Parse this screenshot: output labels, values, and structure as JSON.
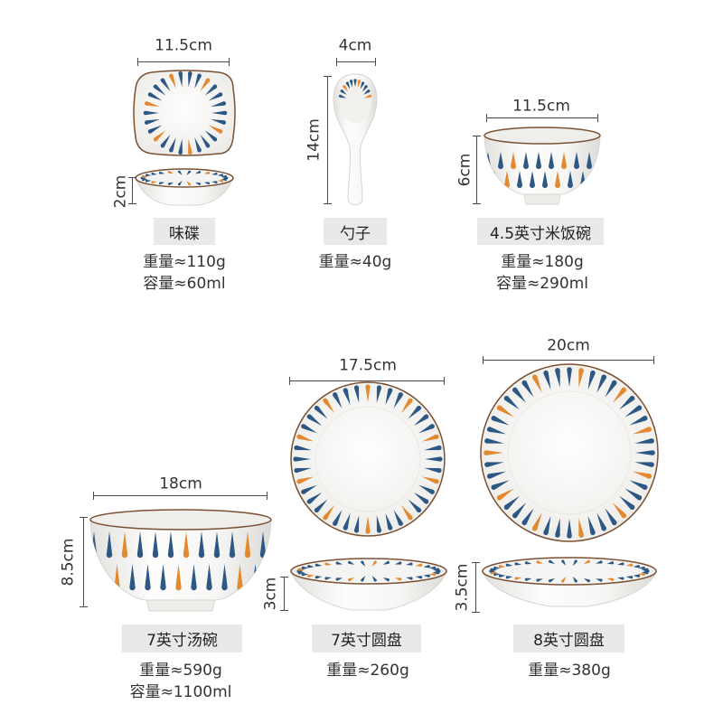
{
  "colors": {
    "pattern_blue": "#2d5785",
    "pattern_orange": "#e3892f",
    "rim": "#7b5134",
    "label_bg": "#e9e9e9",
    "text": "#333333",
    "dim_line": "#4a4a4a"
  },
  "items": {
    "sauce_dish": {
      "name": "味碟",
      "width": "11.5cm",
      "height": "2cm",
      "weight": "重量≈110g",
      "capacity": "容量≈60ml"
    },
    "spoon": {
      "name": "勺子",
      "width": "4cm",
      "height": "14cm",
      "weight": "重量≈40g"
    },
    "rice_bowl": {
      "name": "4.5英寸米饭碗",
      "width": "11.5cm",
      "height": "6cm",
      "weight": "重量≈180g",
      "capacity": "容量≈290ml"
    },
    "soup_bowl": {
      "name": "7英寸汤碗",
      "width": "18cm",
      "height": "8.5cm",
      "weight": "重量≈590g",
      "capacity": "容量≈1100ml"
    },
    "plate_7in": {
      "name": "7英寸圆盘",
      "width": "17.5cm",
      "height": "3cm",
      "weight": "重量≈260g"
    },
    "plate_8in": {
      "name": "8英寸圆盘",
      "width": "20cm",
      "height": "3.5cm",
      "weight": "重量≈380g"
    }
  }
}
